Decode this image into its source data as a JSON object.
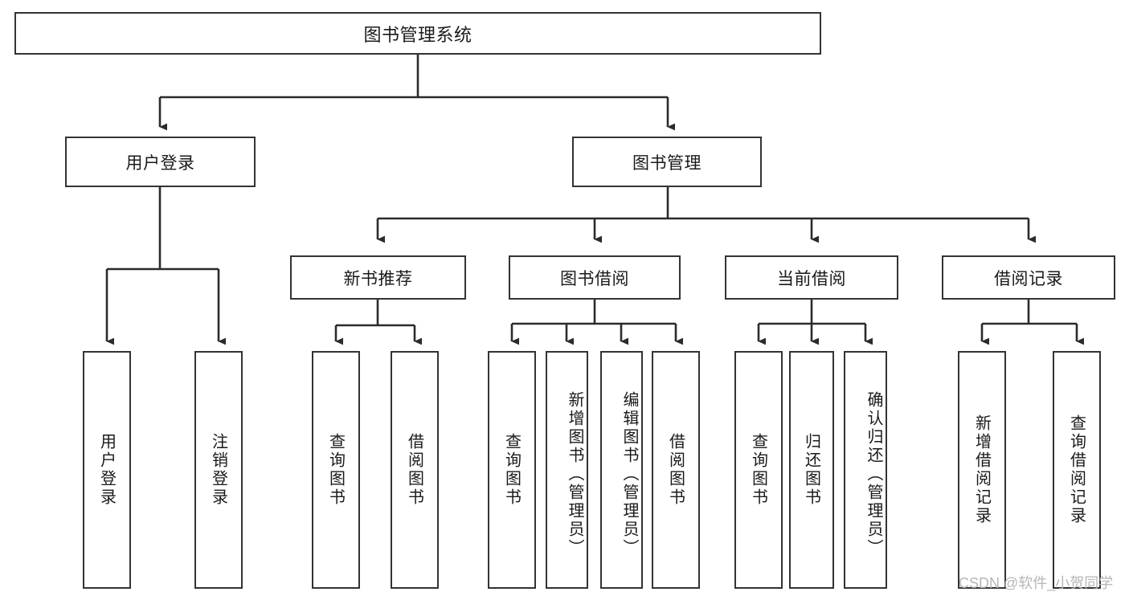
{
  "diagram": {
    "title": "图书管理系统",
    "type": "tree-hierarchy-chart",
    "watermark": "CSDN @软件_小贺同学",
    "root": {
      "label": "图书管理系统"
    },
    "level2": [
      {
        "label": "用户登录"
      },
      {
        "label": "图书管理"
      }
    ],
    "level3": [
      {
        "label": "新书推荐"
      },
      {
        "label": "图书借阅"
      },
      {
        "label": "当前借阅"
      },
      {
        "label": "借阅记录"
      }
    ],
    "leaves": {
      "user_login": [
        {
          "label": "用户登录"
        },
        {
          "label": "注销登录"
        }
      ],
      "new_book_recommend": [
        {
          "label": "查询图书"
        },
        {
          "label": "借阅图书"
        }
      ],
      "book_borrow": [
        {
          "label": "查询图书"
        },
        {
          "label": "新增图书（管理员）"
        },
        {
          "label": "编辑图书（管理员）"
        },
        {
          "label": "借阅图书"
        }
      ],
      "current_borrow": [
        {
          "label": "查询图书"
        },
        {
          "label": "归还图书"
        },
        {
          "label": "确认归还（管理员）"
        }
      ],
      "borrow_record": [
        {
          "label": "新增借阅记录"
        },
        {
          "label": "查询借阅记录"
        }
      ]
    },
    "colors": {
      "stroke": "#333333",
      "background": "#ffffff",
      "text": "#1a1a1a",
      "watermark": "#b6b6b6"
    }
  }
}
